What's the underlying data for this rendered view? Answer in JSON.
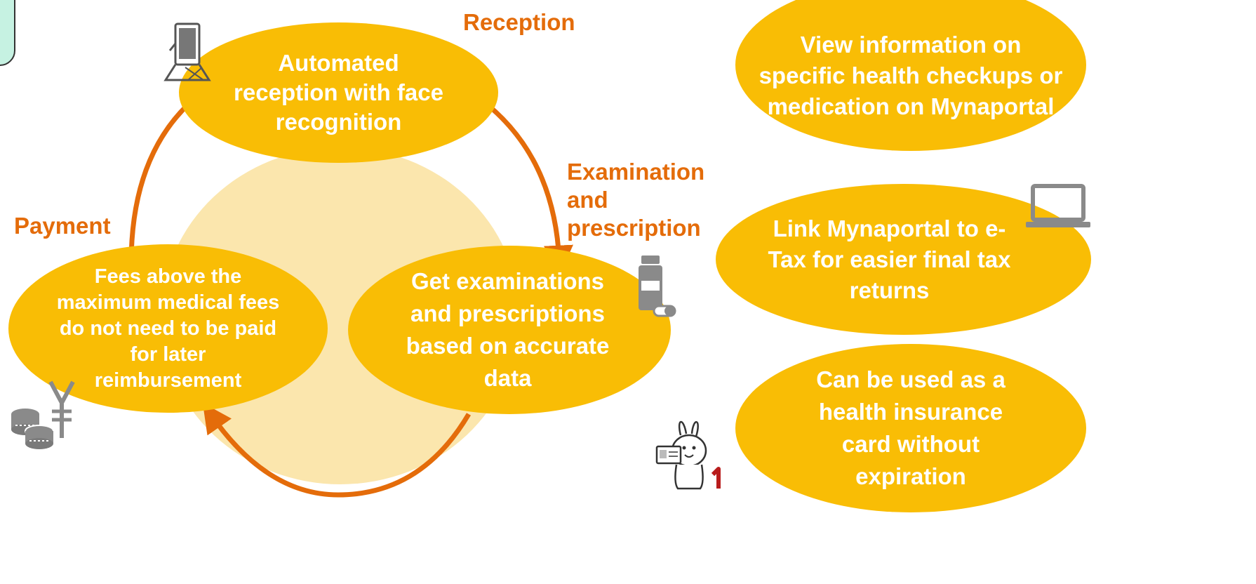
{
  "cycle": {
    "reception": {
      "label": "Reception",
      "description": "Automated reception with face recognition"
    },
    "examination": {
      "label": "Examination and prescription",
      "description": "Get examinations and prescriptions based on accurate data"
    },
    "payment": {
      "label": "Payment",
      "description": "Fees above the maximum medical fees do not need to be paid for later reimbursement"
    }
  },
  "benefits": [
    {
      "text": "View information on specific health checkups or medication on Mynaportal"
    },
    {
      "text": "Link Mynaportal to e-Tax for easier final tax returns"
    },
    {
      "text": "Can be used as a health insurance card without expiration"
    }
  ],
  "colors": {
    "ellipse_fill": "#f9bd05",
    "center_fill": "#fbe6ad",
    "arrow": "#e46c0a",
    "label_text": "#e46c0a",
    "ellipse_text": "#ffffff",
    "icon_gray": "#8a8a8a"
  },
  "icons": [
    "face-recognition-terminal-icon",
    "medicine-bottle-icon",
    "yen-coins-icon",
    "laptop-icon",
    "mascot-with-card-icon"
  ]
}
